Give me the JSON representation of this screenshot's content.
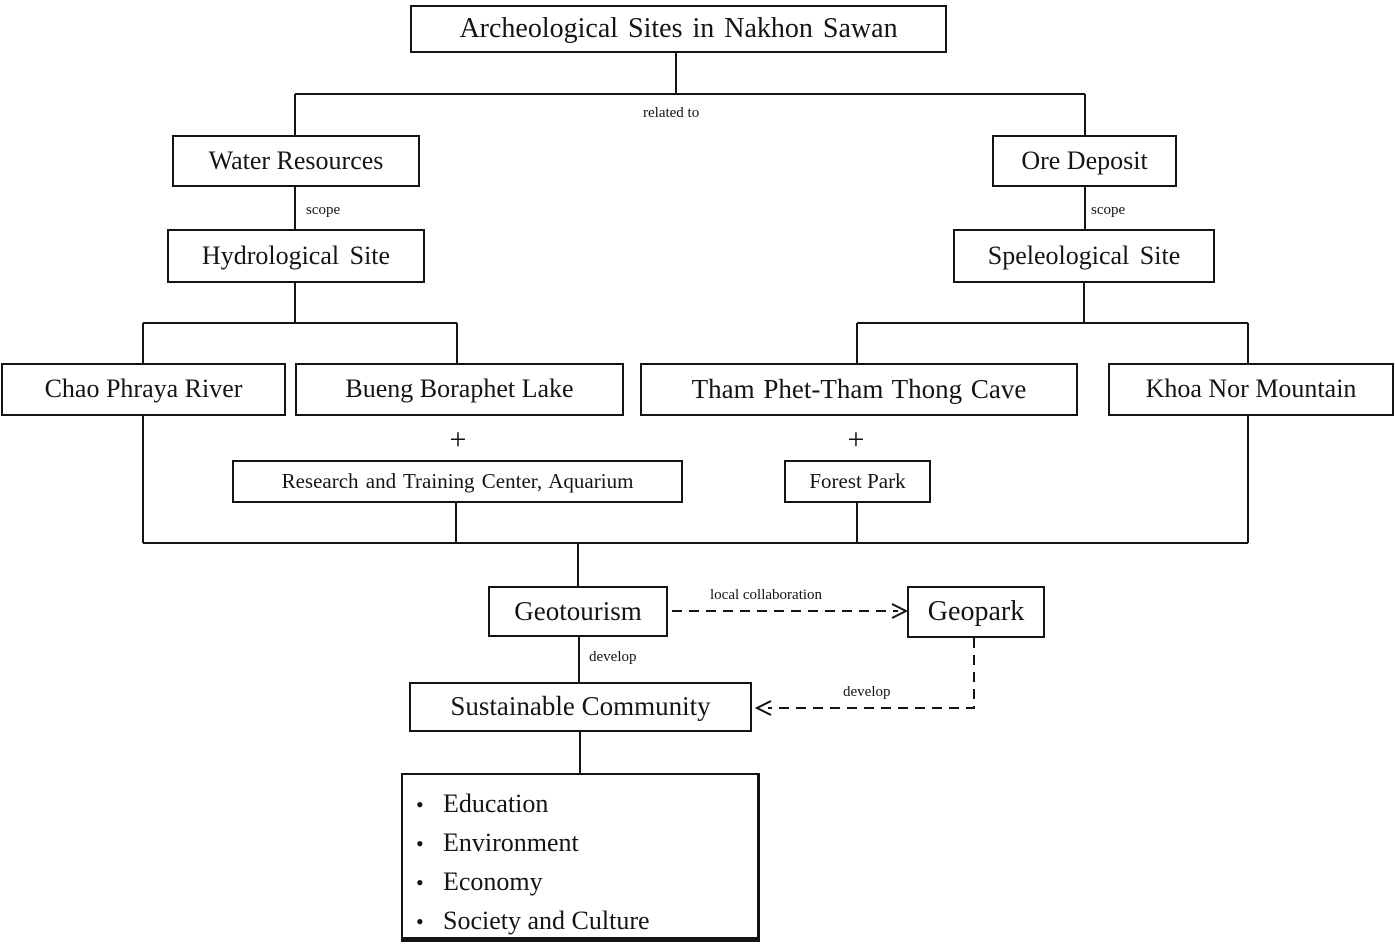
{
  "diagram": {
    "nodes": {
      "title": "Archeological Sites in Nakhon Sawan",
      "water_resources": "Water Resources",
      "ore_deposit": "Ore Deposit",
      "hydrological_site": "Hydrological Site",
      "speleological_site": "Speleological Site",
      "chao_phraya_river": "Chao Phraya River",
      "bueng_boraphet_lake": "Bueng Boraphet Lake",
      "tham_phet_tham_thong_cave": "Tham Phet-Tham Thong Cave",
      "khoa_nor_mountain": "Khoa Nor Mountain",
      "research_training_center": "Research and Training Center, Aquarium",
      "forest_park": "Forest Park",
      "geotourism": "Geotourism",
      "geopark": "Geopark",
      "sustainable_community": "Sustainable Community"
    },
    "edge_labels": {
      "related_to": "related to",
      "scope_left": "scope",
      "scope_right": "scope",
      "plus_left": "+",
      "plus_right": "+",
      "local_collaboration": "local collaboration",
      "develop_left": "develop",
      "develop_right": "develop"
    },
    "sustainable_outcomes": [
      "Education",
      "Environment",
      "Economy",
      "Society and Culture"
    ],
    "bullet_glyph": "•",
    "colors": {
      "line": "#141414",
      "background": "#ffffff",
      "box_background": "#ffffff"
    }
  }
}
